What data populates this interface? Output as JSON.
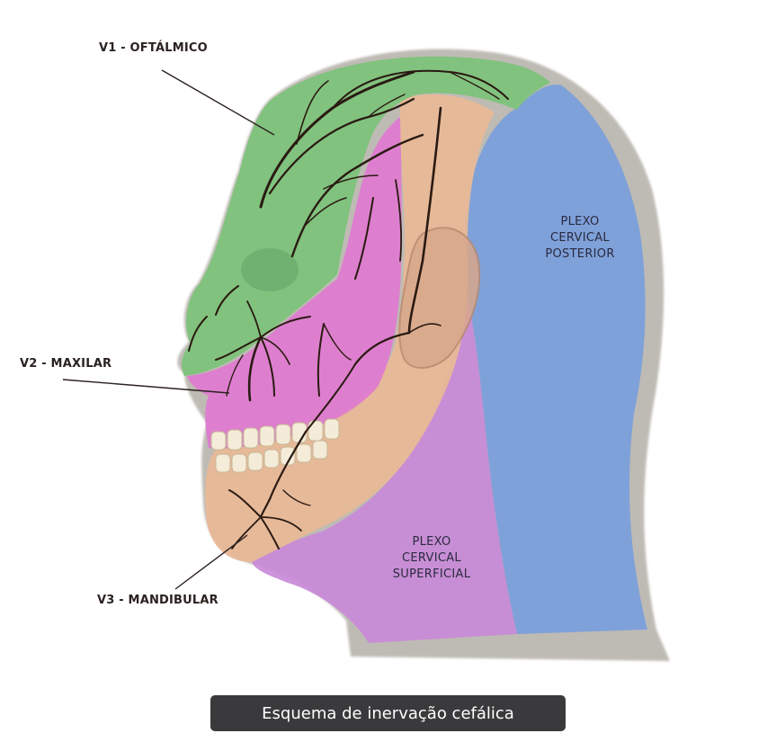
{
  "labels": {
    "v1": "V1 - OFTÁLMICO",
    "v2": "V2 - MAXILAR",
    "v3": "V3 - MANDIBULAR"
  },
  "regions": {
    "posterior": [
      "PLEXO",
      "CERVICAL",
      "POSTERIOR"
    ],
    "superficial": [
      "PLEXO",
      "CERVICAL",
      "SUPERFICIAL"
    ]
  },
  "caption": "Esquema de inervação cefálica",
  "colors": {
    "v1_region": "#7cc27a",
    "v2_region": "#e07ad0",
    "v3_region": "#e8b898",
    "posterior_region": "#7a9edc",
    "superficial_region": "#c98ad8",
    "nerve": "#2a1a12",
    "caption_bg": "#3a3a3c"
  }
}
